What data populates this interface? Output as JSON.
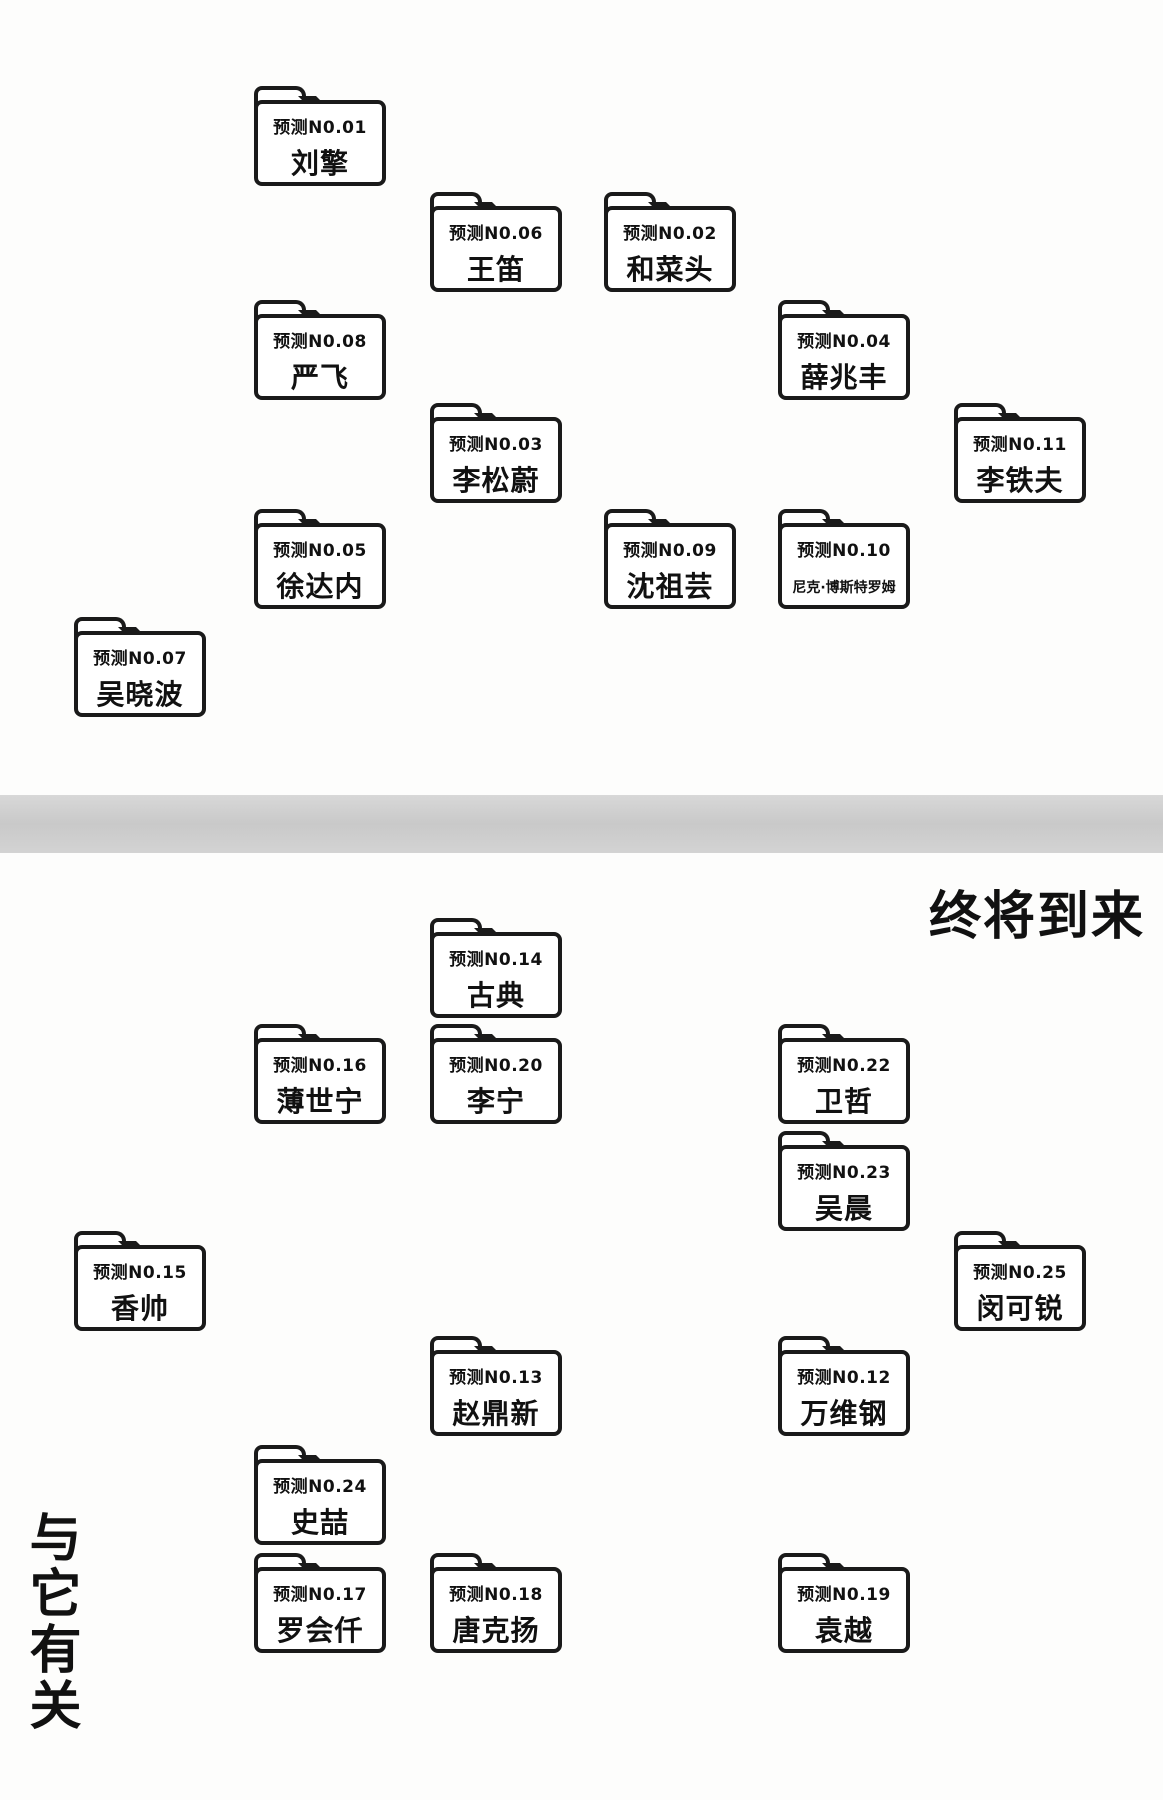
{
  "folders": [
    {
      "code": "预测N0.01",
      "name": "刘擎"
    },
    {
      "code": "预测N0.06",
      "name": "王笛"
    },
    {
      "code": "预测N0.02",
      "name": "和菜头"
    },
    {
      "code": "预测N0.08",
      "name": "严飞"
    },
    {
      "code": "预测N0.04",
      "name": "薛兆丰"
    },
    {
      "code": "预测N0.03",
      "name": "李松蔚"
    },
    {
      "code": "预测N0.11",
      "name": "李铁夫"
    },
    {
      "code": "预测N0.05",
      "name": "徐达内"
    },
    {
      "code": "预测N0.09",
      "name": "沈祖芸"
    },
    {
      "code": "预测N0.10",
      "name": "尼克·博斯特罗姆"
    },
    {
      "code": "预测N0.07",
      "name": "吴晓波"
    },
    {
      "code": "预测N0.14",
      "name": "古典"
    },
    {
      "code": "预测N0.16",
      "name": "薄世宁"
    },
    {
      "code": "预测N0.20",
      "name": "李宁"
    },
    {
      "code": "预测N0.22",
      "name": "卫哲"
    },
    {
      "code": "预测N0.23",
      "name": "吴晨"
    },
    {
      "code": "预测N0.15",
      "name": "香帅"
    },
    {
      "code": "预测N0.25",
      "name": "闵可锐"
    },
    {
      "code": "预测N0.13",
      "name": "赵鼎新"
    },
    {
      "code": "预测N0.12",
      "name": "万维钢"
    },
    {
      "code": "预测N0.24",
      "name": "史喆"
    },
    {
      "code": "预测N0.17",
      "name": "罗会仟"
    },
    {
      "code": "预测N0.18",
      "name": "唐克扬"
    },
    {
      "code": "预测N0.19",
      "name": "袁越"
    }
  ],
  "band_label": "终将到来",
  "side_label": "与它有关"
}
